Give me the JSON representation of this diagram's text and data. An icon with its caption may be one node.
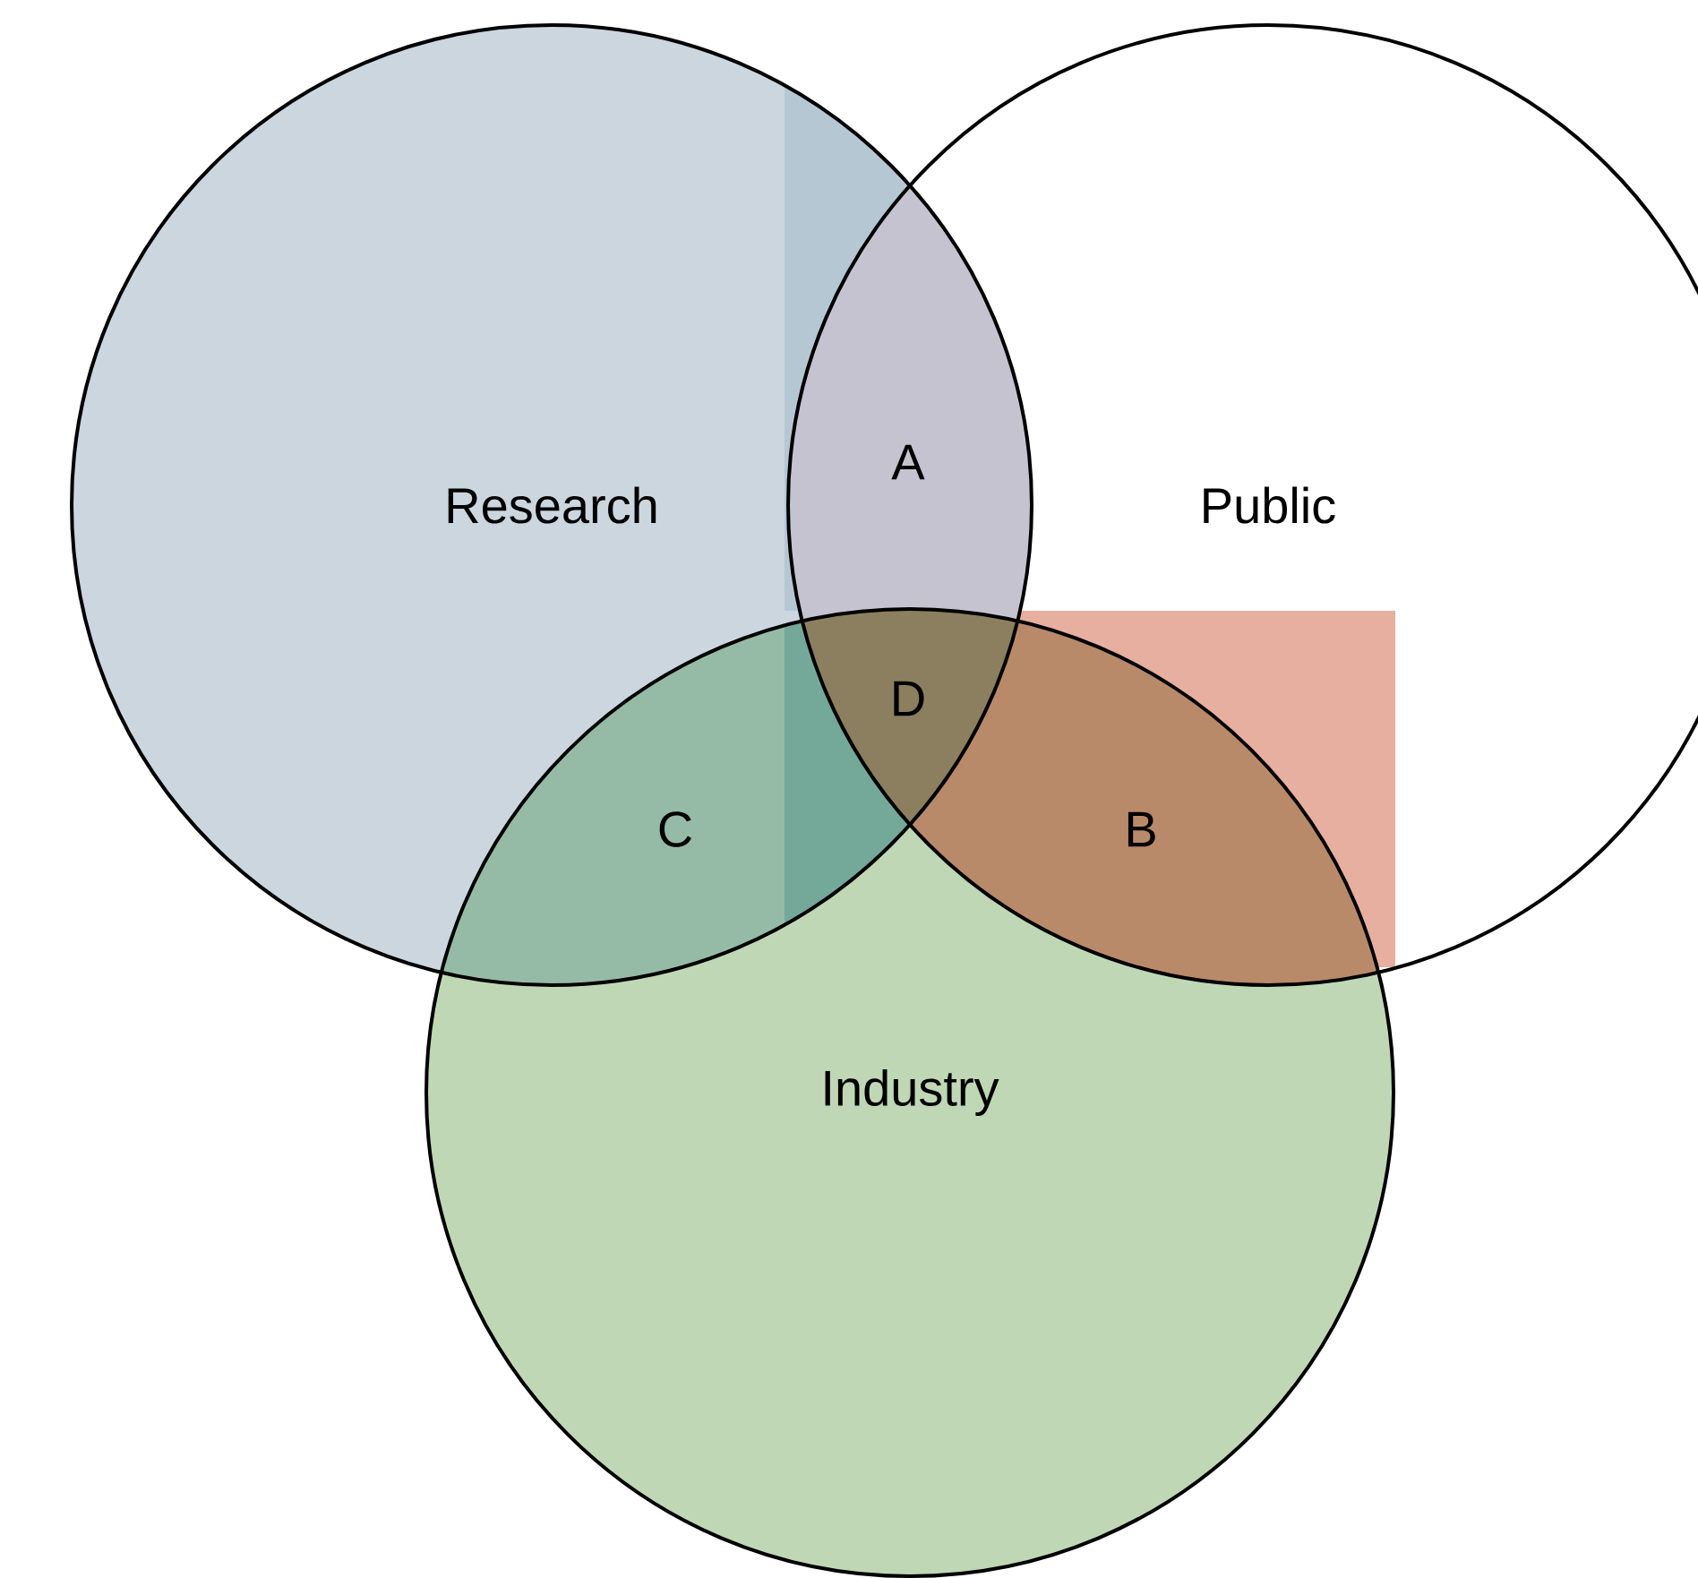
{
  "diagram": {
    "nodes": [
      {
        "text": [
          "Research"
        ]
      },
      {
        "text": [
          "Public"
        ]
      },
      {
        "text": [
          "Industry"
        ]
      }
    ],
    "labels": [
      "A",
      "D",
      "C",
      "B"
    ]
  }
}
